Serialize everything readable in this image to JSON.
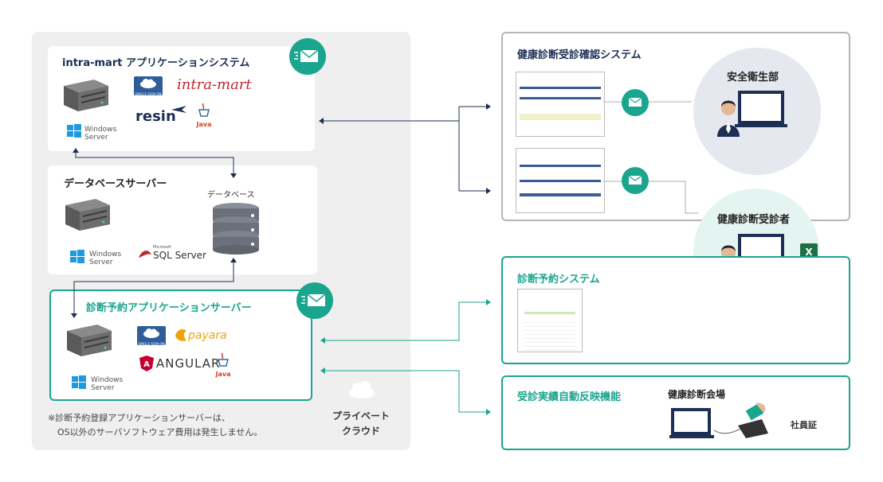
{
  "cloud": {
    "label_line1": "プライベート",
    "label_line2": "クラウド",
    "note_line1": "※診断予約登録アプリケーションサーバーは、",
    "note_line2": "OS以外のサーバソフトウェア費用は発生しません。"
  },
  "intramart_box": {
    "title": "intra-mart アプリケーションシステム",
    "logos": [
      "intra-mart",
      "resin",
      "Java",
      "SINGLE SIGN ON"
    ],
    "os": [
      "Windows",
      "Server"
    ]
  },
  "db_box": {
    "title": "データベースサーバー",
    "db_label": "データベース",
    "os": [
      "Windows",
      "Server"
    ],
    "sql_small": "Microsoft",
    "sql": "SQL Server"
  },
  "reserve_app_box": {
    "title": "診断予約アプリケーションサーバー",
    "logos": [
      "payara",
      "ANGULAR",
      "Java",
      "SINGLE SIGN ON"
    ],
    "os": [
      "Windows",
      "Server"
    ]
  },
  "systems": {
    "confirm": {
      "title": "健康診断受診確認システム"
    },
    "reserve": {
      "title": "診断予約システム"
    },
    "result": {
      "title": "受診実績自動反映機能",
      "venue": "健康診断会場",
      "card": "社員証"
    }
  },
  "people": {
    "safety": "安全衛生部",
    "examinee": "健康診断受診者"
  },
  "colors": {
    "navy": "#1d2f55",
    "teal": "#1aa58e",
    "cloud_bg": "#efefef",
    "excel": "#1e7145"
  }
}
